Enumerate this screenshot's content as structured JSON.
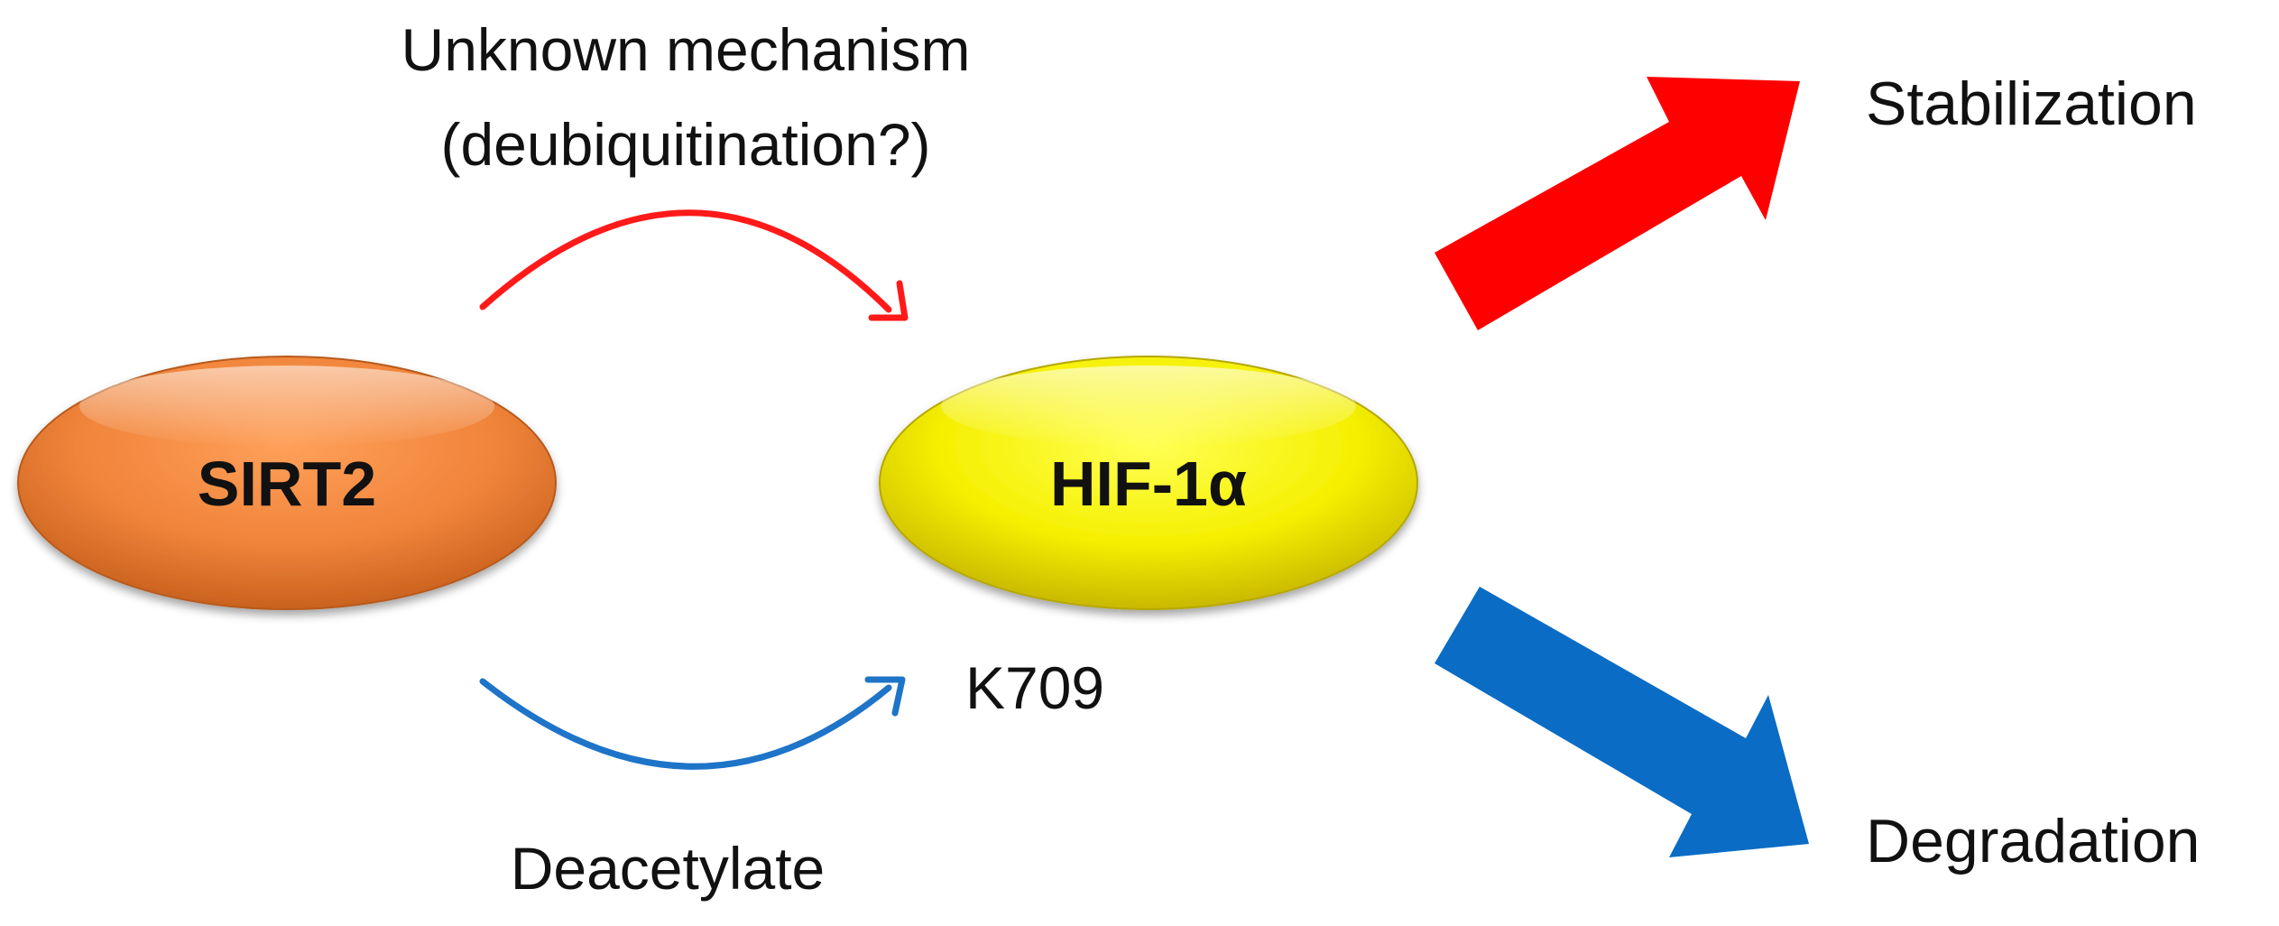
{
  "nodes": {
    "sirt2": {
      "label": "SIRT2",
      "color": "#F0843A"
    },
    "hif1a": {
      "label": "HIF-1α",
      "color": "#F5F000"
    }
  },
  "edges": {
    "upper": {
      "label_line1": "Unknown mechanism",
      "label_line2": "(deubiquitination?)",
      "color": "#FF1A1A"
    },
    "lower": {
      "label": "Deacetylate",
      "site": "K709",
      "color": "#1E74C8"
    }
  },
  "outcomes": {
    "stabilization": {
      "label": "Stabilization",
      "color": "#FF0000"
    },
    "degradation": {
      "label": "Degradation",
      "color": "#0A6CC4"
    }
  }
}
